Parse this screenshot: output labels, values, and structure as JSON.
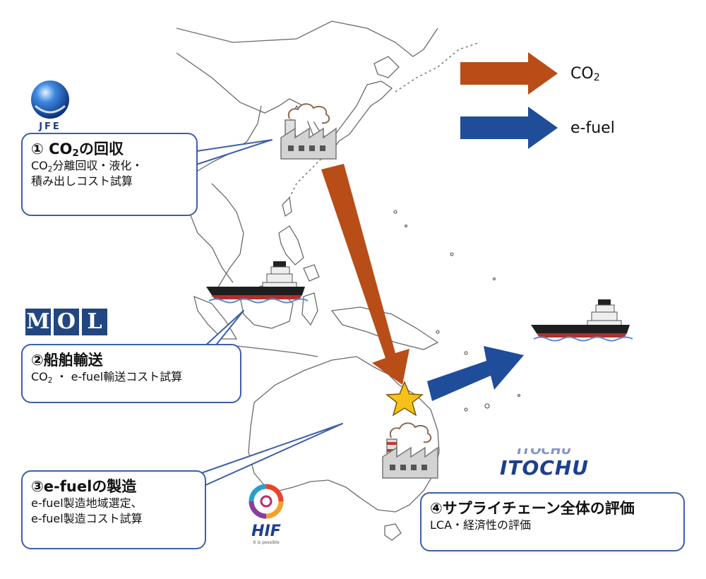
{
  "legend": {
    "co2_arrow_color": "#b84d17",
    "efuel_arrow_color": "#1f4d99",
    "co2_label_main": "CO",
    "co2_label_sub": "2",
    "efuel_label": "e-fuel"
  },
  "callouts": {
    "capture": {
      "title_prefix": "① CO",
      "title_sub": "2",
      "title_suffix": "の回収",
      "line1_prefix": "CO",
      "line1_sub": "2",
      "line1_suffix": "分離回収・液化・",
      "line2": "積み出しコスト試算"
    },
    "shipping": {
      "title": "②船舶輸送",
      "line1_prefix": "CO",
      "line1_sub": "2",
      "line1_suffix": " ・ e-fuel輸送コスト試算"
    },
    "production": {
      "title": "③e-fuelの製造",
      "line1": "e-fuel製造地域選定、",
      "line2": "e-fuel製造コスト試算"
    },
    "evaluation": {
      "title": "④サプライチェーン全体の評価",
      "line1": "LCA・経済性の評価"
    }
  },
  "logos": {
    "jfe": "JFE",
    "mol": [
      "M",
      "O",
      "L"
    ],
    "itochu_faded": "ITOCHU",
    "itochu": "ITOCHU",
    "hif": "HIF",
    "hif_tagline": "It is possible"
  }
}
